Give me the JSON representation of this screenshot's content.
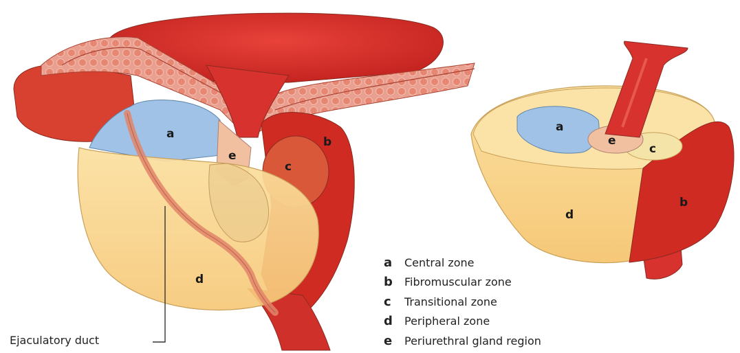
{
  "zone_labels": {
    "a": "a",
    "b": "b",
    "c": "c",
    "d": "d",
    "e": "e"
  },
  "legend": [
    {
      "key": "a",
      "text": "Central zone"
    },
    {
      "key": "b",
      "text": "Fibromuscular zone"
    },
    {
      "key": "c",
      "text": "Transitional zone"
    },
    {
      "key": "d",
      "text": "Peripheral zone"
    },
    {
      "key": "e",
      "text": "Periurethral gland region"
    }
  ],
  "duct_label": "Ejaculatory duct",
  "colors": {
    "bladder_red": "#d8322e",
    "muscle_red": "#c8271f",
    "tissue_pink": "#e78f7a",
    "central_blue": "#9fc2e6",
    "peripheral_yellow": "#f8d68a",
    "transitional_orange": "#d85a3a",
    "periurethral_peach": "#f0c0a0"
  }
}
